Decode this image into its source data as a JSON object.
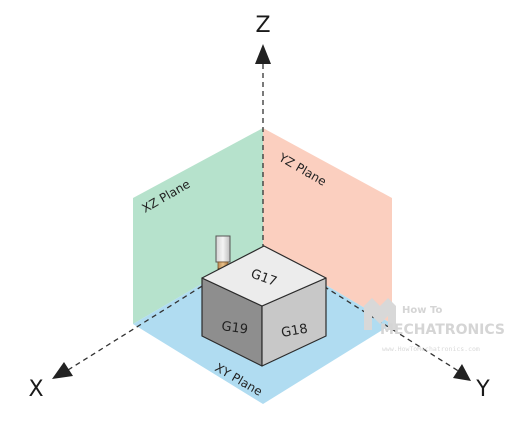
{
  "axes": {
    "z_label": "Z",
    "x_label": "X",
    "y_label": "Y"
  },
  "planes": {
    "xz_label": "XZ Plane",
    "yz_label": "YZ Plane",
    "xy_label": "XY Plane"
  },
  "block_faces": {
    "top_code": "G17",
    "left_code": "G19",
    "right_code": "G18"
  },
  "watermark": {
    "line1": "How To",
    "line2": "MECHATRONICS",
    "url": "www.HowToMechatronics.com"
  },
  "colors": {
    "xz_plane": "#b6e2cc",
    "yz_plane": "#fbcfbf",
    "xy_plane": "#b0dcf1",
    "block_top": "#ececec",
    "block_left": "#8e8e8e",
    "block_right": "#c8c8c8",
    "axis": "#333333"
  }
}
